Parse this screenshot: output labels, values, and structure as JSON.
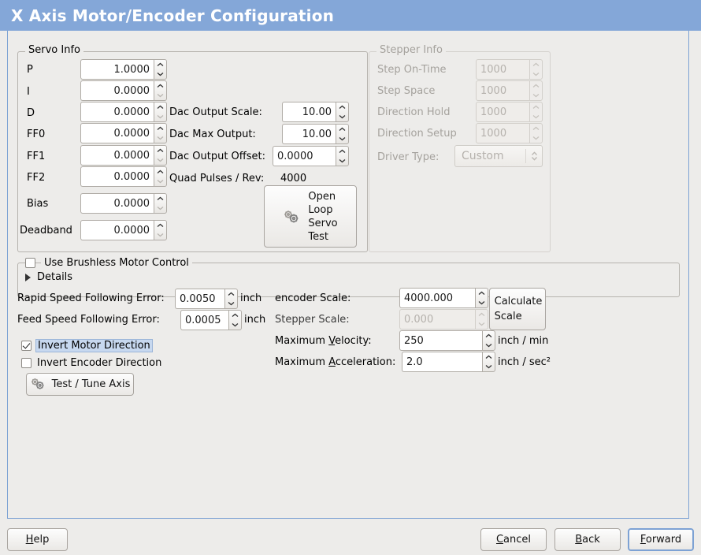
{
  "window": {
    "title": "X Axis Motor/Encoder Configuration",
    "accent_color": "#84a7d8",
    "background_color": "#edecea"
  },
  "servo_info": {
    "legend": "Servo Info",
    "rows": [
      {
        "label": "P",
        "value": "1.0000"
      },
      {
        "label": "I",
        "value": "0.0000"
      },
      {
        "label": "D",
        "value": "0.0000"
      },
      {
        "label": "FF0",
        "value": "0.0000"
      },
      {
        "label": "FF1",
        "value": "0.0000"
      },
      {
        "label": "FF2",
        "value": "0.0000"
      },
      {
        "label": "Bias",
        "value": "0.0000"
      },
      {
        "label": "Deadband",
        "value": "0.0000"
      }
    ],
    "dac": [
      {
        "label": "Dac Output Scale:",
        "value": "10.00"
      },
      {
        "label": "Dac Max Output:",
        "value": "10.00"
      },
      {
        "label": "Dac Output Offset:",
        "value": "0.0000"
      }
    ],
    "quad_pulses_label": "Quad Pulses / Rev:",
    "quad_pulses_value": "4000",
    "open_loop_button": {
      "line1": "Open",
      "line2": "Loop",
      "line3": "Servo",
      "line4": "Test",
      "icon": "gears-icon"
    }
  },
  "stepper_info": {
    "legend": "Stepper Info",
    "enabled": false,
    "rows": [
      {
        "label": "Step On-Time",
        "value": "1000"
      },
      {
        "label": "Step Space",
        "value": "1000"
      },
      {
        "label": "Direction Hold",
        "value": "1000"
      },
      {
        "label": "Direction Setup",
        "value": "1000"
      }
    ],
    "driver_type_label": "Driver Type:",
    "driver_type_value": "Custom"
  },
  "brushless": {
    "legend": "Use Brushless Motor Control",
    "checked": false,
    "details_label": "Details"
  },
  "following_error": {
    "rapid_label": "Rapid Speed Following Error:",
    "rapid_value": "0.0050",
    "rapid_unit": "inch",
    "feed_label": "Feed Speed Following Error:",
    "feed_value": "0.0005",
    "feed_unit": "inch"
  },
  "scales": {
    "encoder_label": "encoder Scale:",
    "encoder_value": "4000.000",
    "stepper_label": "Stepper Scale:",
    "stepper_value": "0.000",
    "calculate_button_line1": "Calculate",
    "calculate_button_line2": "Scale",
    "max_velocity_label_pre": "Maximum ",
    "max_velocity_label_mn": "V",
    "max_velocity_label_post": "elocity:",
    "max_velocity_value": "250",
    "max_velocity_unit": "inch / min",
    "max_accel_label_pre": "Maximum ",
    "max_accel_label_mn": "A",
    "max_accel_label_post": "cceleration:",
    "max_accel_value": "2.0",
    "max_accel_unit": "inch / sec²"
  },
  "direction": {
    "invert_motor_label": "Invert Motor Direction",
    "invert_motor_checked": true,
    "invert_encoder_label": "Invert Encoder Direction",
    "invert_encoder_checked": false,
    "test_tune_label": "Test / Tune Axis",
    "test_tune_icon": "gears-icon"
  },
  "footer": {
    "help_pre": "",
    "help_mn": "H",
    "help_post": "elp",
    "cancel_pre": "",
    "cancel_mn": "C",
    "cancel_post": "ancel",
    "back_pre": "",
    "back_mn": "B",
    "back_post": "ack",
    "forward_pre": "",
    "forward_mn": "F",
    "forward_post": "orward"
  }
}
